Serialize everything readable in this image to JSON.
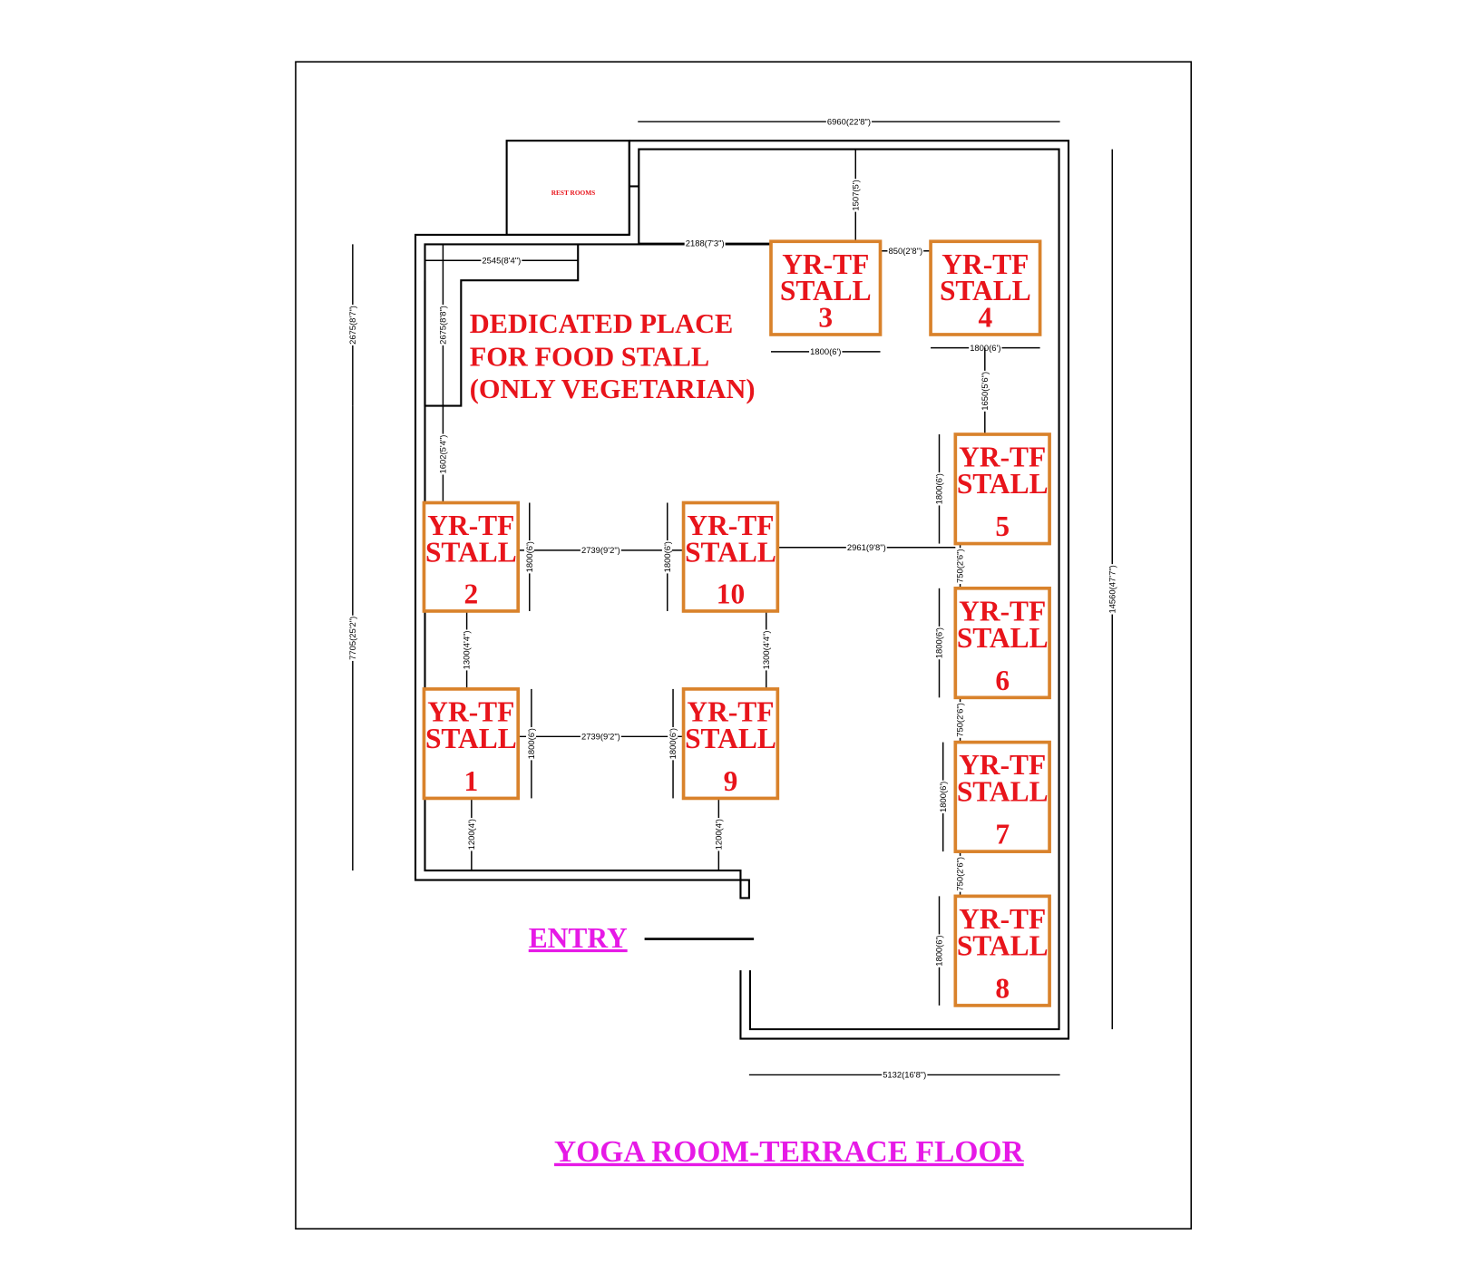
{
  "title": "YOGA ROOM-TERRACE FLOOR",
  "entry_label": "ENTRY",
  "rest_rooms_label": "REST ROOMS",
  "food_note": [
    "DEDICATED PLACE",
    "FOR FOOD STALL",
    "(ONLY VEGETARIAN)"
  ],
  "colors": {
    "stall_border": "#d9822b",
    "stall_text": "#e8141b",
    "heading": "#e619e6"
  },
  "stalls": [
    {
      "line1": "YR-TF",
      "line2": "STALL",
      "number": "1"
    },
    {
      "line1": "YR-TF",
      "line2": "STALL",
      "number": "2"
    },
    {
      "line1": "YR-TF",
      "line2": "STALL",
      "number": "3"
    },
    {
      "line1": "YR-TF",
      "line2": "STALL",
      "number": "4"
    },
    {
      "line1": "YR-TF",
      "line2": "STALL",
      "number": "5"
    },
    {
      "line1": "YR-TF",
      "line2": "STALL",
      "number": "6"
    },
    {
      "line1": "YR-TF",
      "line2": "STALL",
      "number": "7"
    },
    {
      "line1": "YR-TF",
      "line2": "STALL",
      "number": "8"
    },
    {
      "line1": "YR-TF",
      "line2": "STALL",
      "number": "9"
    },
    {
      "line1": "YR-TF",
      "line2": "STALL",
      "number": "10"
    }
  ],
  "dimensions": [
    "6960(22'8\")",
    "5132(16'8\")",
    "14560(47'7\")",
    "2675(8'7\")",
    "7705(25'2\")",
    "2545(8'4\")",
    "2675(8'8\")",
    "1602(5'4\")",
    "2188(7'3\")",
    "1507(5')",
    "850(2'8\")",
    "1800(6')",
    "1800(6')",
    "1650(5'6\")",
    "1800(6')",
    "750(2'6\")",
    "1800(6')",
    "750(2'6\")",
    "1800(6')",
    "750(2'6\")",
    "1800(6')",
    "2739(9'2\")",
    "2739(9'2\")",
    "2961(9'8\")",
    "1800(6')",
    "1800(6')",
    "1800(6')",
    "1800(6')",
    "1300(4'4\")",
    "1300(4'4\")",
    "1200(4')",
    "1200(4')"
  ]
}
